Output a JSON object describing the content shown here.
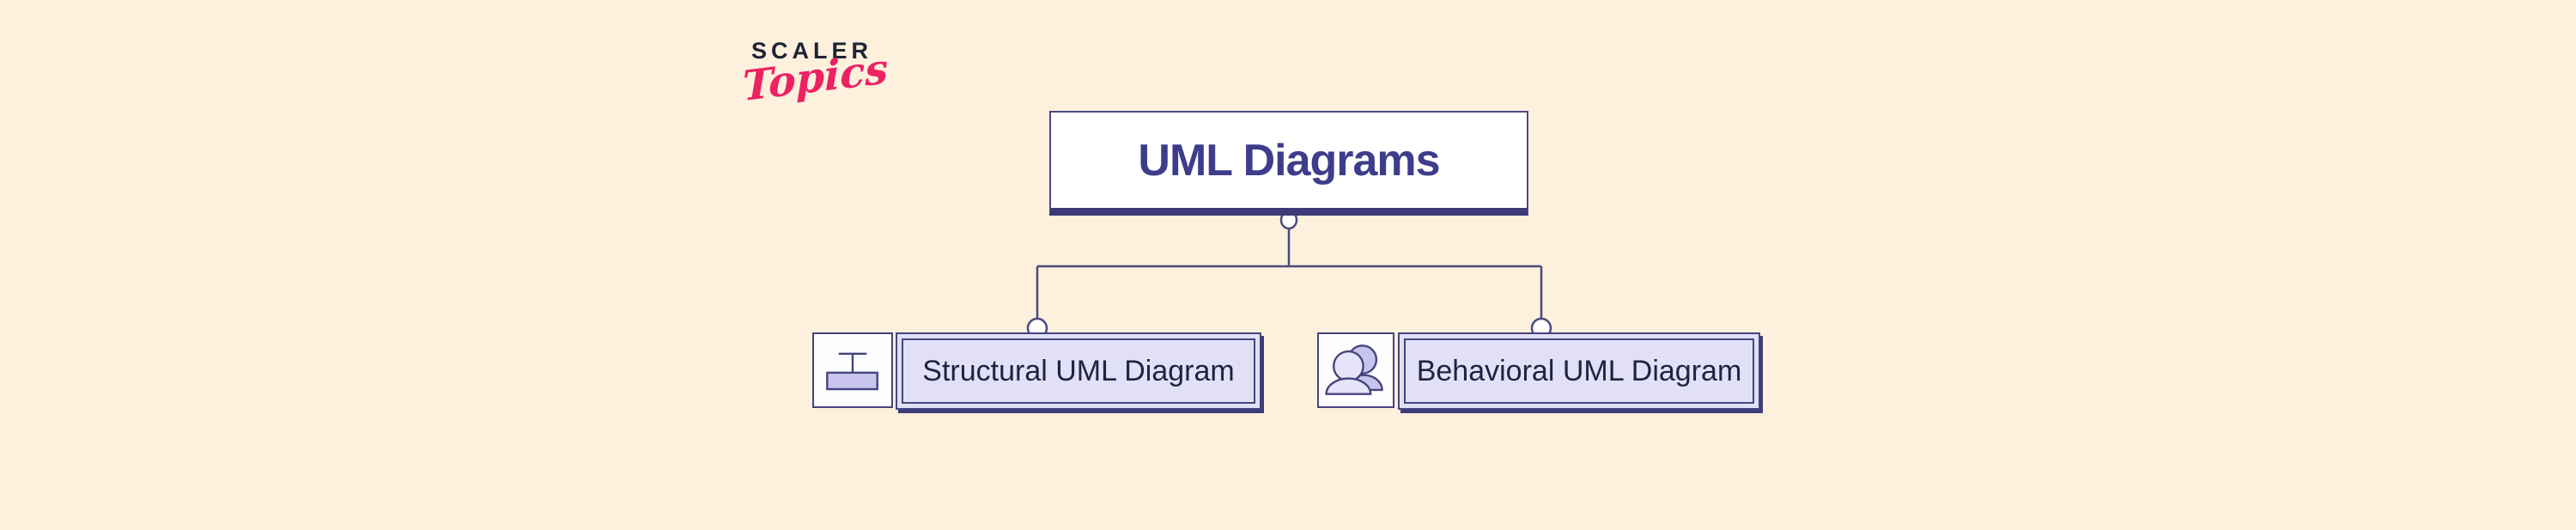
{
  "brand": {
    "name": "SCALER",
    "sub": "Topics"
  },
  "diagram": {
    "root": {
      "label": "UML Diagrams"
    },
    "children": [
      {
        "label": "Structural UML Diagram",
        "icon": "component-icon"
      },
      {
        "label": "Behavioral UML Diagram",
        "icon": "users-icon"
      }
    ]
  },
  "colors": {
    "background": "#fdf0dc",
    "node_fill": "#e2e0f7",
    "node_border": "#46447e",
    "root_title_text": "#3e3d8c",
    "label_text": "#1f2240",
    "connector": "#4b4980",
    "root_underline": "#3d3b78",
    "brand_pink": "#ed2164",
    "brand_dark": "#1e2433",
    "icon_accent_fill": "#c9c5ee"
  }
}
